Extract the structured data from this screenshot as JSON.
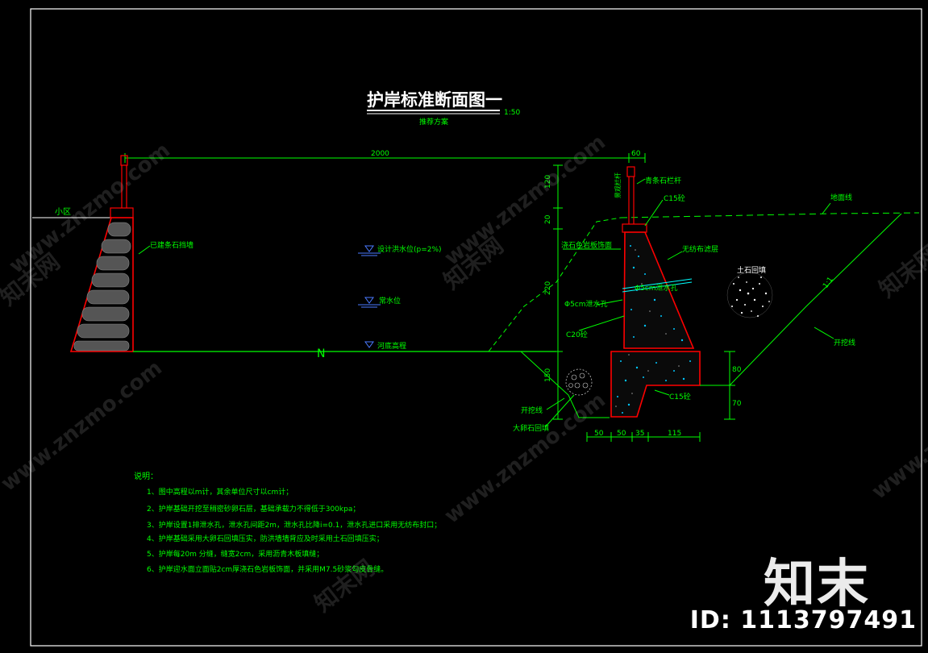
{
  "title": "护岸标准断面图一",
  "scale": "1:50",
  "subtitle": "推荐方案",
  "dims": {
    "span": "2000",
    "top_width": "60",
    "h_rail": "120",
    "h_cap": "20",
    "h_wall": "220",
    "h_found_total": "150",
    "h_found_upper": "80",
    "h_found_lower": "70",
    "b1": "50",
    "b2": "50",
    "b3": "35",
    "b4": "115"
  },
  "labels": {
    "community": "小区",
    "existing_wall": "已建条石挡墙",
    "design_flood": "设计洪水位(p=2%)",
    "normal_water": "常水位",
    "riverbed": "河底高程",
    "north": "N",
    "railing_side": "景观栏杆",
    "railing_top": "青条石栏杆",
    "c15_top": "C15砼",
    "ground_line": "地面线",
    "stone_facing": "浇石色岩板饰面",
    "geotextile": "无纺布滤层",
    "backfill": "土石回填",
    "drain_hole": "Φ5cm泄水孔",
    "drain_hole2": "Φ5cm泄水孔",
    "c20": "C20砼",
    "slope_ratio": "1:1",
    "excavation_right": "开挖线",
    "excavation_left": "开挖线",
    "rockfill": "大卵石回填",
    "c15_found": "C15砼"
  },
  "notes": {
    "heading": "说明：",
    "items": [
      "1、图中高程以m计，其余单位尺寸以cm计；",
      "2、护岸基础开挖至稍密砂卵石层，基础承载力不得低于300kpa；",
      "3、护岸设置1排泄水孔，泄水孔间距2m，泄水孔比降i=0.1，泄水孔进口采用无纺布封口；",
      "4、护岸基础采用大卵石回填压实，防洪墙墙背应及时采用土石回填压实；",
      "5、护岸每20m 分缝，缝宽2cm，采用沥青木板填缝；",
      "6、护岸迎水面立面贴2cm厚浇石色岩板饰面，并采用M7.5砂浆勾皮骨缝。"
    ]
  },
  "watermark": {
    "site": "www.znzmo.com",
    "brand": "知末",
    "brand_small": "知末网",
    "id": "ID: 1113797491"
  },
  "colors": {
    "line": "#00ff00",
    "outline": "#ff0000",
    "text": "#00ff00",
    "title": "#ffffff",
    "water": "#3b6cff",
    "background": "#000000"
  }
}
